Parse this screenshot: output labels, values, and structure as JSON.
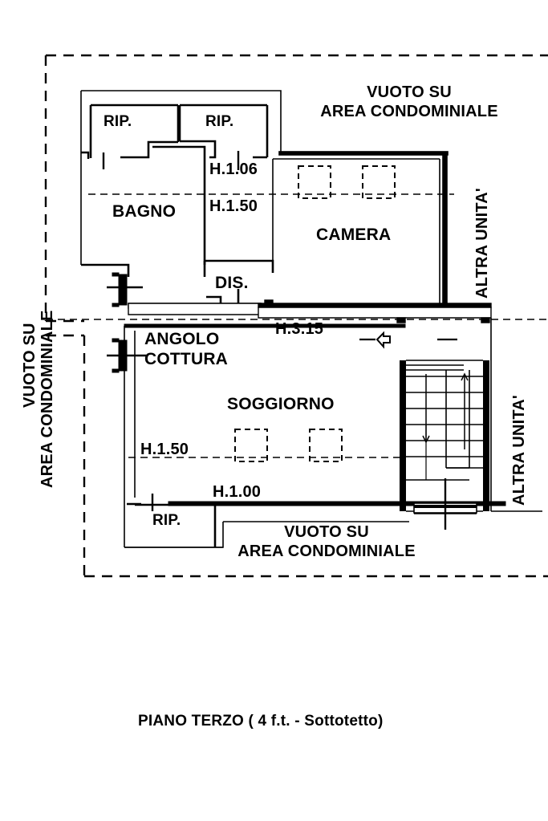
{
  "document": {
    "type": "architectural-floor-plan",
    "caption": "PIANO TERZO  ( 4 f.t. - Sottotetto)",
    "language": "it"
  },
  "rooms": [
    {
      "id": "rip-top-left",
      "label": "RIP."
    },
    {
      "id": "rip-top-right",
      "label": "RIP."
    },
    {
      "id": "bagno",
      "label": "BAGNO"
    },
    {
      "id": "camera",
      "label": "CAMERA"
    },
    {
      "id": "dis",
      "label": "DIS."
    },
    {
      "id": "angolo-cottura",
      "label_line1": "ANGOLO",
      "label_line2": "COTTURA"
    },
    {
      "id": "soggiorno",
      "label": "SOGGIORNO"
    },
    {
      "id": "rip-bottom",
      "label": "RIP."
    }
  ],
  "heights": [
    {
      "id": "h-106",
      "label": "H.1.06"
    },
    {
      "id": "h-150-bagno",
      "label": "H.1.50"
    },
    {
      "id": "h-315",
      "label": "H.3.15"
    },
    {
      "id": "h-150-soggiorno",
      "label": "H.1.50"
    },
    {
      "id": "h-100",
      "label": "H.1.00"
    }
  ],
  "notes": {
    "void_top_line1": "VUOTO SU",
    "void_top_line2": "AREA CONDOMINIALE",
    "void_bottom_line1": "VUOTO SU",
    "void_bottom_line2": "AREA CONDOMINIALE",
    "void_left_line1": "VUOTO SU",
    "void_left_line2": "AREA CONDOMINIALE",
    "other_unit_top": "ALTRA UNITA'",
    "other_unit_bottom": "ALTRA UNITA'"
  },
  "style": {
    "ink": "#000000",
    "paper": "#ffffff",
    "wall_thin": "#1a1a1a",
    "dashed_boundary": "#000000"
  }
}
